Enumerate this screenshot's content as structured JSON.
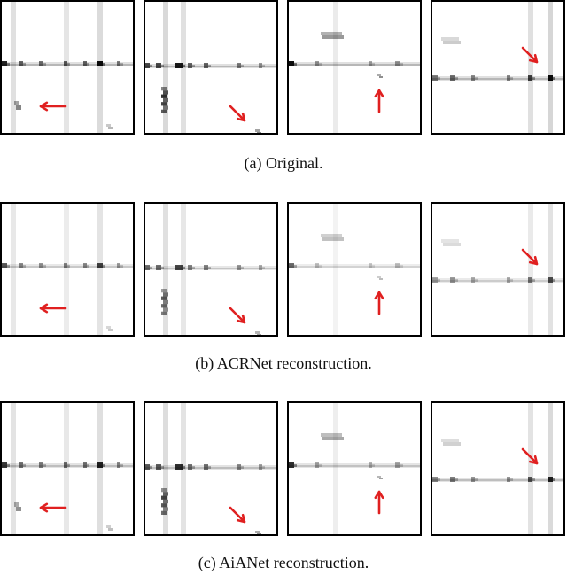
{
  "figure": {
    "rows": [
      {
        "caption": "(a)  Original.",
        "panels": [
          {
            "id": "p1",
            "intensity": 1.0,
            "arrow": {
              "dir": "left"
            }
          },
          {
            "id": "p2",
            "intensity": 1.0,
            "arrow": {
              "dir": "down-right"
            }
          },
          {
            "id": "p3",
            "intensity": 1.0,
            "arrow": {
              "dir": "up"
            }
          },
          {
            "id": "p4",
            "intensity": 1.0,
            "arrow": {
              "dir": "down-right"
            }
          }
        ]
      },
      {
        "caption": "(b)  ACRNet reconstruction.",
        "panels": [
          {
            "id": "p1",
            "intensity": 0.75,
            "arrow": {
              "dir": "left"
            }
          },
          {
            "id": "p2",
            "intensity": 0.8,
            "arrow": {
              "dir": "down-right"
            }
          },
          {
            "id": "p3",
            "intensity": 0.6,
            "arrow": {
              "dir": "up"
            }
          },
          {
            "id": "p4",
            "intensity": 0.7,
            "arrow": {
              "dir": "down-right"
            }
          }
        ]
      },
      {
        "caption": "(c)  AiANet reconstruction.",
        "panels": [
          {
            "id": "p1",
            "intensity": 0.9,
            "arrow": {
              "dir": "left"
            }
          },
          {
            "id": "p2",
            "intensity": 0.9,
            "arrow": {
              "dir": "down-right"
            }
          },
          {
            "id": "p3",
            "intensity": 0.85,
            "arrow": {
              "dir": "up"
            }
          },
          {
            "id": "p4",
            "intensity": 0.9,
            "arrow": {
              "dir": "down-right"
            }
          }
        ]
      }
    ],
    "colors": {
      "arrow": "#e02020",
      "ink": "#000000"
    }
  }
}
